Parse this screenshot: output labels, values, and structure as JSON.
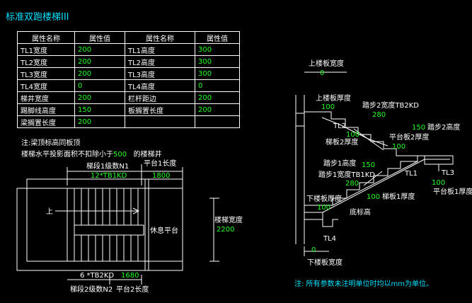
{
  "title": "标准双跑楼梯III",
  "table": {
    "headers": [
      "属性名称",
      "属性值",
      "属性名称",
      "属性值"
    ],
    "rows": [
      [
        "TL1宽度",
        "200",
        "TL1高度",
        "300"
      ],
      [
        "TL2宽度",
        "200",
        "TL2高度",
        "300"
      ],
      [
        "TL3宽度",
        "200",
        "TL3高度",
        "300"
      ],
      [
        "TL4宽度",
        "0",
        "TL4高度",
        "0"
      ],
      [
        "梯井宽度",
        "200",
        "栏杆距边",
        "200"
      ],
      [
        "踢脚线高度",
        "150",
        "板搁置长度",
        "200"
      ],
      [
        "梁搁置长度",
        "200",
        "",
        ""
      ]
    ]
  },
  "notes": {
    "line1": "注:梁顶标高同板顶",
    "line2_prefix": "楼梯水平投影面积不扣除小于",
    "line2_value": "500",
    "line2_suffix": "的楼梯井"
  },
  "plan": {
    "seg1_label": "梯段1级数N1",
    "seg1_value": "12*TB1KD",
    "plat1_label": "平台1长度",
    "plat1_value": "1800",
    "up_label": "上",
    "rest_label": "休息平台",
    "width_label": "楼梯宽度",
    "width_value": "2200",
    "seg2_value": "6 *TB2KD",
    "plat2_value": "1680",
    "seg2_label": "梯段2级数N2",
    "plat2_label": "平台2长度"
  },
  "section": {
    "upper_floor_thk_label": "上楼板宽度",
    "upper_floor_thk_value": "0",
    "upper_floor_depth_label": "上楼板厚度",
    "upper_floor_depth_value": "100",
    "step2_width_label": "踏步2宽度TB2KD",
    "step2_width_value": "280",
    "step2_height_value": "150",
    "step2_height_label": "踏步2高度",
    "tl2_label": "TL2",
    "slab2_value": "100",
    "slab2_label": "梯板2厚度",
    "plat2_thk_label": "平台板2厚度",
    "plat2_thk_value": "100",
    "tl1_label": "TL1",
    "tl3_label": "TL3",
    "step1_height_label": "踏步1高度",
    "step1_height_value": "150",
    "step1_width_label": "踏步1宽度TB1KD",
    "step1_width_value": "280",
    "plat1_thk_value": "100",
    "plat1_thk_label": "平台板1厚度",
    "slab1_value": "100",
    "slab1_label": "梯板1厚度",
    "lower_floor_depth_label": "下楼板厚度",
    "lower_floor_depth_value": "100",
    "bottom_height_label": "底标高",
    "tl4_label": "TL4",
    "lower_floor_width_value": "0",
    "lower_floor_width_label": "下楼板宽度"
  },
  "footnote": "注: 所有参数未注明单位时均以mm为单位。"
}
